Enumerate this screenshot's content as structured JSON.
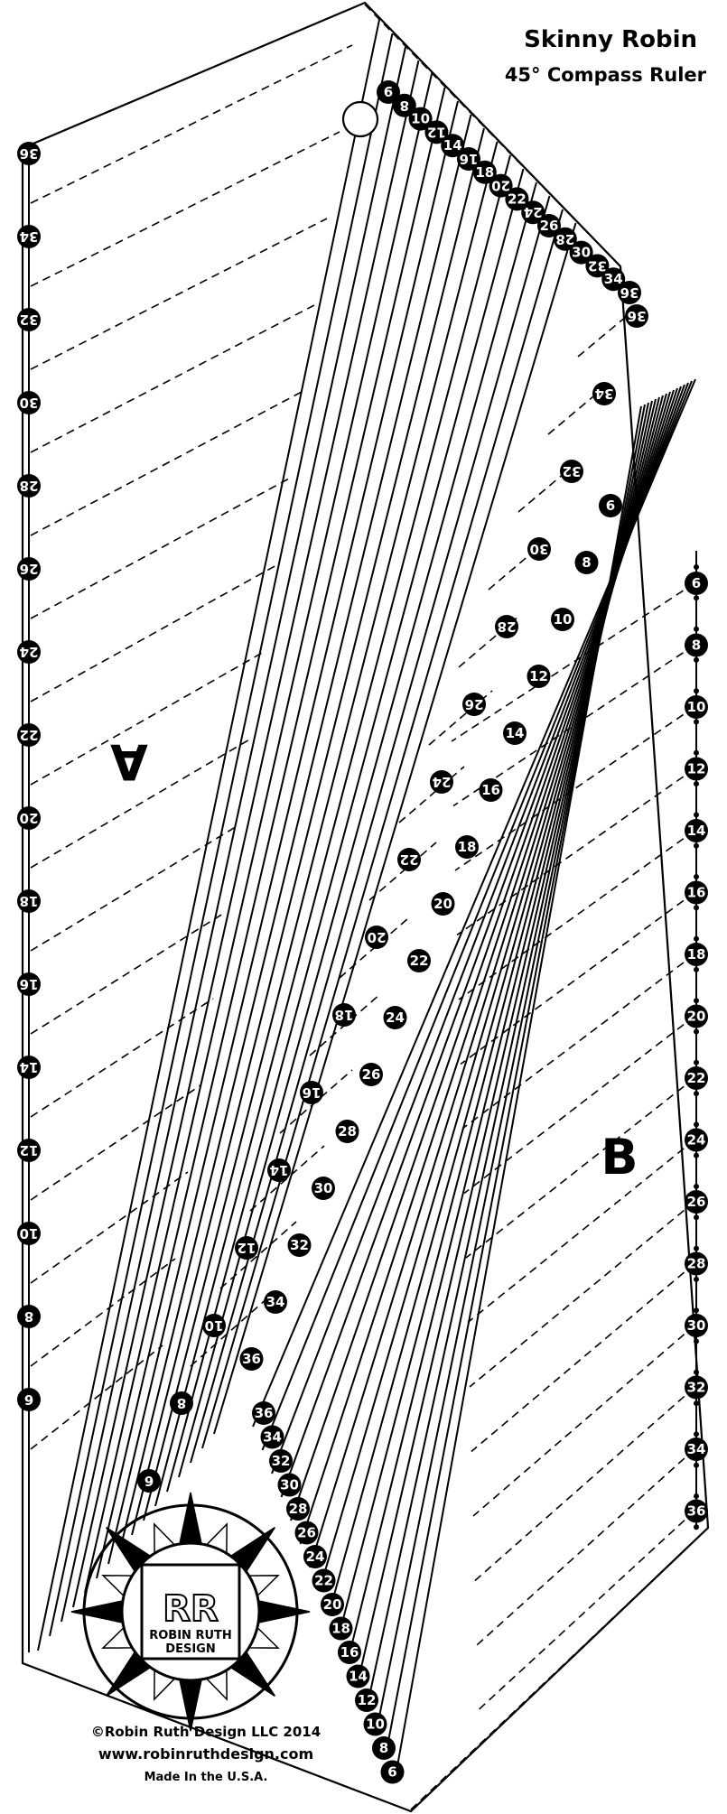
{
  "title": "Skinny Robin",
  "subtitle": "45° Compass Ruler",
  "piece_a_label": "A",
  "piece_b_label": "B",
  "left_edge_marks": [
    "36",
    "34",
    "32",
    "30",
    "28",
    "26",
    "24",
    "22",
    "20",
    "18",
    "16",
    "14",
    "12",
    "10",
    "8",
    "6"
  ],
  "right_edge_marks": [
    "6",
    "8",
    "10",
    "12",
    "14",
    "16",
    "18",
    "20",
    "22",
    "24",
    "26",
    "28",
    "30",
    "32",
    "34",
    "36"
  ],
  "a_top_marks": [
    "6",
    "8",
    "10",
    "12",
    "14",
    "16",
    "18",
    "20",
    "22",
    "24",
    "26",
    "28",
    "30",
    "32",
    "34",
    "36"
  ],
  "a_side_marks": [
    "36",
    "34",
    "32",
    "30",
    "28",
    "26",
    "24",
    "22",
    "20",
    "18",
    "16",
    "14",
    "12",
    "10",
    "8",
    "6"
  ],
  "b_side_marks": [
    "6",
    "8",
    "10",
    "12",
    "14",
    "16",
    "18",
    "20",
    "22",
    "24",
    "26",
    "28",
    "30",
    "32",
    "34",
    "36"
  ],
  "b_tail_marks": [
    "36",
    "34",
    "32",
    "30",
    "28",
    "26",
    "24",
    "22",
    "20",
    "18",
    "16",
    "14",
    "12",
    "10",
    "8",
    "6"
  ],
  "logo": {
    "line1": "ROBIN RUTH",
    "line2": "DESIGN",
    "monogram": "RR"
  },
  "footer": {
    "copyright": "©Robin Ruth Design LLC 2014",
    "website": "www.robinruthdesign.com",
    "made_in": "Made In the U.S.A."
  },
  "colors": {
    "ink": "#000000",
    "paper": "#ffffff"
  }
}
